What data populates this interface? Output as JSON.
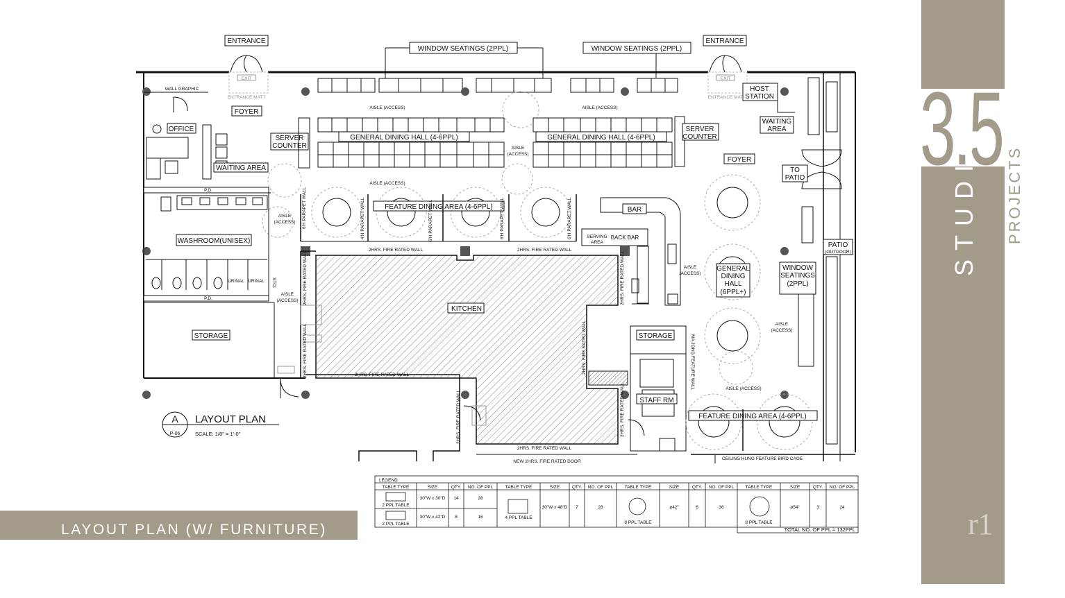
{
  "labels": {
    "entrance_left": "ENTRANCE",
    "entrance_right": "ENTRANCE",
    "window_seatings_1": "WINDOW SEATINGS (2PPL)",
    "window_seatings_2": "WINDOW SEATINGS (2PPL)",
    "exit": "EXIT",
    "entrance_matt": "ENTRANCE MATT",
    "wall_graphic": "WALL GRAPHIC",
    "foyer_left": "FOYER",
    "foyer_right": "FOYER",
    "office": "OFFICE",
    "aisle_access": "AISLE (ACCESS)",
    "aisle": "AISLE",
    "access": "(ACCESS)",
    "server": "SERVER",
    "counter": "COUNTER",
    "general_dining_hall": "GENERAL DINING HALL (4-6PPL)",
    "host": "HOST",
    "station": "STATION",
    "waiting": "WAITING",
    "area": "AREA",
    "waiting_area": "WAITING AREA",
    "to": "TO",
    "patio": "PATIO",
    "patio_outdoor": "(OUTDOOR)",
    "feature_dining_area": "FEATURE DINING AREA (4-6PPL)",
    "bar": "BAR",
    "serving": "SERVING",
    "back_bar": "BACK BAR",
    "pd": "P.D.",
    "washroom": "WASHROOM(UNISEX)",
    "urinal": "URINAL",
    "sto": "STO.",
    "storage": "STORAGE",
    "kitchen": "KITCHEN",
    "fire_wall": "2HRS. FIRE RATED WALL",
    "new_fire_door": "NEW 2HRS. FIRE RATED DOOR",
    "parapet_6": "6'H PARAPET WALL",
    "parapet_4": "4'H PARAPET WALL",
    "general": "GENERAL",
    "dining": "DINING",
    "hall": "HALL",
    "ppl_6": "(6PPL+)",
    "window": "WINDOW",
    "seatings": "SEATINGS",
    "ppl_2": "(2PPL)",
    "staff_rm": "STAFF RM",
    "ma_jong": "MA JONG FEATURE WALL",
    "ceiling_bird_cage": "CEILING HUNG FEATURE BIRD CAGE",
    "plan_tag": "A",
    "plan_sheet": "P-06",
    "plan_title": "LAYOUT PLAN",
    "plan_scale": "SCALE: 1/8\" = 1'-0\""
  },
  "legend": {
    "title": "LEGEND",
    "headers": [
      "TABLE TYPE",
      "SIZE",
      "QTY.",
      "NO. OF PPL"
    ],
    "rows": [
      {
        "type": "2 PPL TABLE",
        "size": "30\"W x 30\"D",
        "qty": "14",
        "ppl": "28"
      },
      {
        "type": "2 PPL TABLE",
        "size": "30\"W x 42\"D",
        "qty": "8",
        "ppl": "16"
      },
      {
        "type": "4 PPL TABLE",
        "size": "30\"W x 48\"D",
        "qty": "7",
        "ppl": "28"
      },
      {
        "type": "8 PPL TABLE",
        "size": "ø42\"",
        "qty": "6",
        "ppl": "36"
      },
      {
        "type": "8 PPL TABLE",
        "size": "ø54\"",
        "qty": "3",
        "ppl": "24"
      }
    ],
    "total": "TOTAL NO. OF PPL = 132PPL"
  },
  "brand": {
    "number": "3.5",
    "studio": "STUDIO",
    "projects": "PROJECTS",
    "logo_mark": "r1",
    "color": "#a39b89"
  },
  "title": "LAYOUT PLAN (W/ FURNITURE)"
}
